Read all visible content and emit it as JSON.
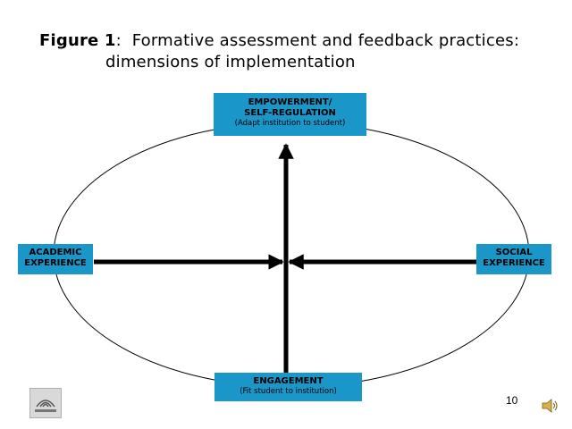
{
  "title": {
    "label": "Figure 1",
    "separator": ":",
    "line1_rest": "Formative assessment and feedback practices:",
    "line2": "dimensions of implementation"
  },
  "nodes": {
    "top": {
      "main_line1": "EMPOWERMENT/",
      "main_line2": "SELF-REGULATION",
      "sub": "(Adapt institution to student)"
    },
    "bottom": {
      "main": "ENGAGEMENT",
      "sub": "(Fit student to institution)"
    },
    "left": {
      "line1": "ACADEMIC",
      "line2": "EXPERIENCE"
    },
    "right": {
      "line1": "SOCIAL",
      "line2": "EXPERIENCE"
    }
  },
  "page_number": "10",
  "colors": {
    "node_fill": "#1a96c8",
    "arrow": "#000000",
    "ellipse_stroke": "#000000"
  },
  "icons": {
    "logo": "logo-icon",
    "speaker": "speaker-icon"
  }
}
